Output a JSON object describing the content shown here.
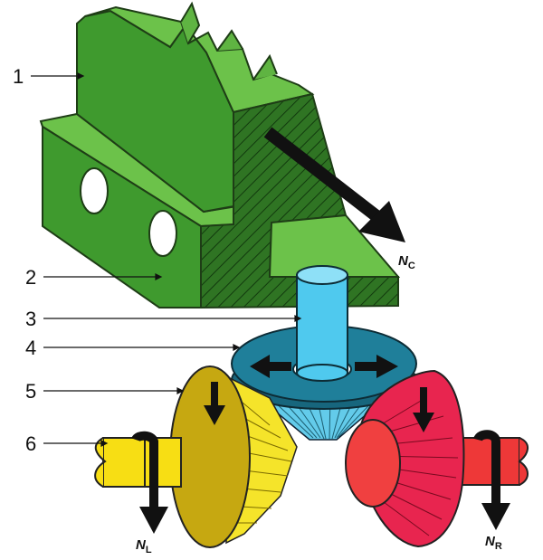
{
  "labels": {
    "part1": "1",
    "part2": "2",
    "part3": "3",
    "part4": "4",
    "part5": "5",
    "part6": "6"
  },
  "forces": {
    "c": {
      "symbol": "N",
      "sub": "C"
    },
    "l": {
      "symbol": "N",
      "sub": "L"
    },
    "r": {
      "symbol": "N",
      "sub": "R"
    }
  },
  "colors": {
    "rack_face": "#3f9a2e",
    "rack_top": "#6cc24a",
    "rack_dark": "#2e6d22",
    "rack_hatch": "#1f4f17",
    "shaft": "#4fc9ee",
    "collar": "#1f7f9a",
    "gear_center": "#63cbea",
    "gear_left_face": "#c6a811",
    "gear_left_teeth": "#f5e42a",
    "shaft_left": "#f7de14",
    "gear_right": "#e8254f",
    "gear_right_face": "#f04040",
    "shaft_right": "#ee3838",
    "arrow": "#111111"
  }
}
